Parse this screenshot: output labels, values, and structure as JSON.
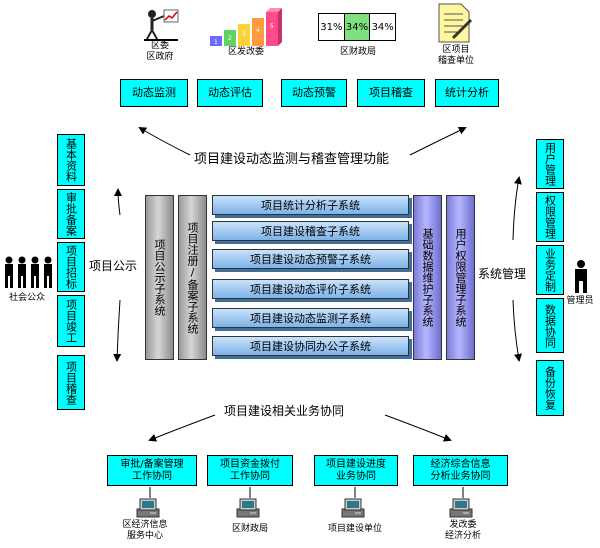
{
  "top_sources": [
    {
      "label": "区委\n区政府",
      "icon": "government-icon"
    },
    {
      "label": "区发改委",
      "icon": "bar-steps-icon"
    },
    {
      "label": "区财政局",
      "icon": "percent-table-icon"
    },
    {
      "label": "区项目\n稽查单位",
      "icon": "document-pen-icon"
    }
  ],
  "percent_table": [
    "31%",
    "34%",
    "34%"
  ],
  "steps_numbers": [
    "1",
    "2",
    "3",
    "4",
    "5"
  ],
  "top_functions": [
    "动态监测",
    "动态评估",
    "动态预警",
    "项目稽查",
    "统计分析"
  ],
  "top_caption": "项目建设动态监测与稽查管理功能",
  "left_items": [
    "基本资料",
    "审批备案",
    "项目招标",
    "项目竣工",
    "项目稽查"
  ],
  "left_side_label": "项目公示",
  "public_label": "社会公众",
  "right_items": [
    "用户管理",
    "权限管理",
    "业务定制",
    "数据协同",
    "备份恢复"
  ],
  "right_side_label": "系统管理",
  "admin_label": "管理员",
  "pillars_left": [
    "项目公示子系统",
    "项目注册/备案子系统"
  ],
  "bars": [
    "项目统计分析子系统",
    "项目建设稽查子系统",
    "项目建设动态预警子系统",
    "项目建设动态评价子系统",
    "项目建设动态监测子系统",
    "项目建设协同办公子系统"
  ],
  "pillars_right": [
    "基础数据维护子系统",
    "用户权限管理子系统"
  ],
  "bottom_caption": "项目建设相关业务协同",
  "bottom_functions": [
    "审批/备案管理\n工作协同",
    "项目资金拨付\n工作协同",
    "项目建设进度\n业务协同",
    "经济综合信息\n分析业务协同"
  ],
  "bottom_sources": [
    "区经济信息\n服务中心",
    "区财政局",
    "项目建设单位",
    "发改委\n经济分析"
  ],
  "colors": {
    "box_fill": "#00ffff",
    "pillar_gray": "#a8a8a8",
    "pillar_purple": "#9a9af0",
    "bar_blue": "#a9cdf2"
  }
}
